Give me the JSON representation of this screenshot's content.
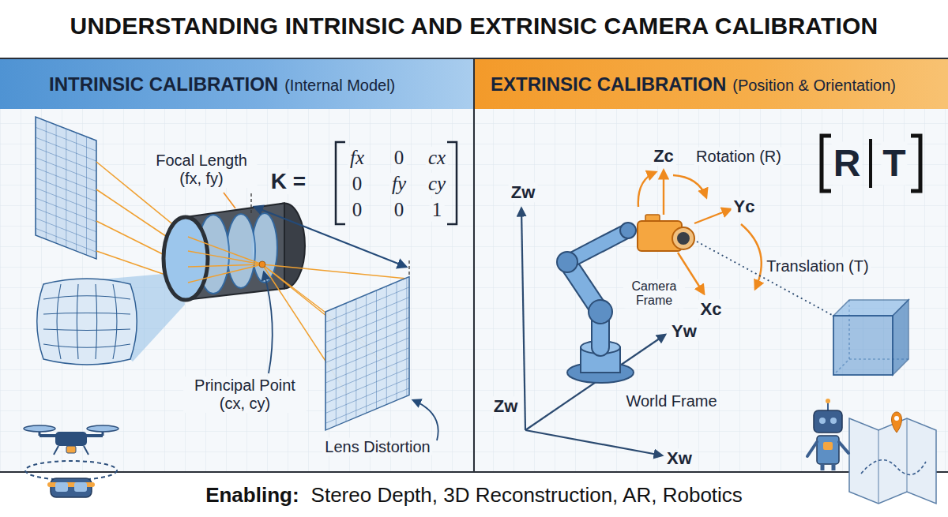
{
  "diagram": {
    "title": "UNDERSTANDING INTRINSIC AND EXTRINSIC CAMERA CALIBRATION",
    "nodes": [
      {
        "text": [
          "INTRINSIC CALIBRATION",
          "(Internal Model)"
        ]
      },
      {
        "text": [
          "EXTRINSIC CALIBRATION",
          "(Position & Orientation)"
        ]
      }
    ],
    "labels": [
      "Focal Length (fx, fy)",
      "K =",
      "fx",
      "0",
      "cx",
      "0",
      "fy",
      "cy",
      "0",
      "0",
      "1",
      "Principal Point (cx, cy)",
      "Lens Distortion",
      "Zc",
      "Rotation (R)",
      "R",
      "T",
      "Yc",
      "Translation (T)",
      "Camera Frame",
      "Xc",
      "Zw",
      "Yw",
      "Zw",
      "World Frame",
      "Xw",
      "Enabling:",
      "Stereo Depth, 3D Reconstruction, AR, Robotics"
    ]
  }
}
